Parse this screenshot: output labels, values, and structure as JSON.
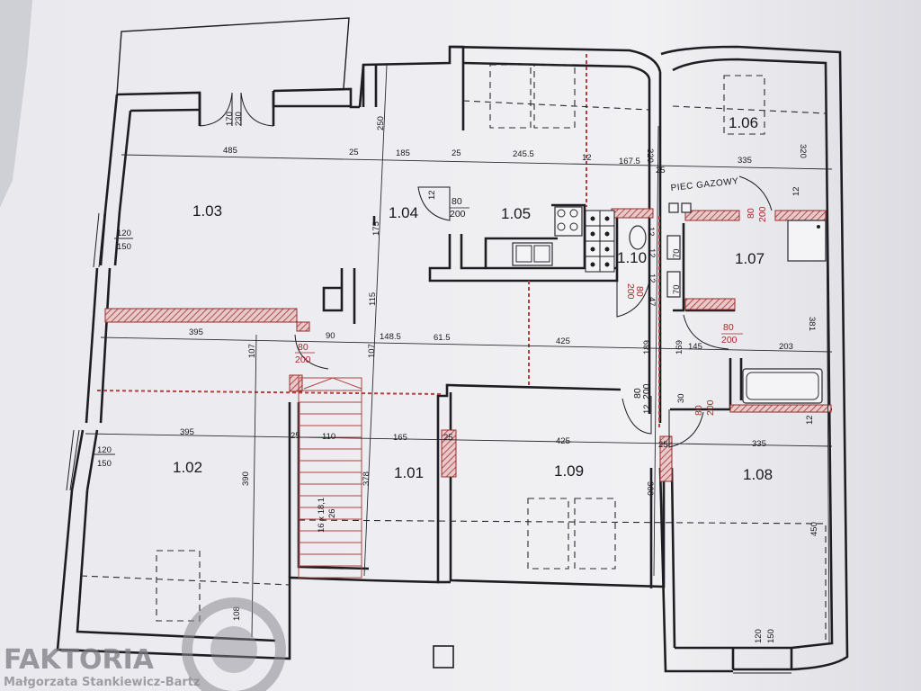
{
  "rooms": [
    {
      "id": "r103",
      "label": "1.03"
    },
    {
      "id": "r104",
      "label": "1.04"
    },
    {
      "id": "r105",
      "label": "1.05"
    },
    {
      "id": "r106",
      "label": "1.06"
    },
    {
      "id": "r107",
      "label": "1.07"
    },
    {
      "id": "r110",
      "label": "1.10"
    },
    {
      "id": "r102",
      "label": "1.02"
    },
    {
      "id": "r101",
      "label": "1.01"
    },
    {
      "id": "r109",
      "label": "1.09"
    },
    {
      "id": "r108",
      "label": "1.08"
    }
  ],
  "dimensions": {
    "d485": "485",
    "d25a": "25",
    "d185": "185",
    "d25b": "25",
    "d2455": "245.5",
    "d12a": "12",
    "d1675": "167.5",
    "d25c": "25",
    "d335a": "335",
    "d250": "250",
    "d320a": "320",
    "d320b": "320",
    "d170": "170",
    "d230": "230",
    "d120a": "120",
    "d150a": "150",
    "d175": "175",
    "d115": "115",
    "d12b": "12",
    "d12c": "12",
    "d12d": "12",
    "d395a": "395",
    "d90": "90",
    "d1485": "148.5",
    "d615": "61.5",
    "d425a": "425",
    "d189": "189",
    "d169": "169",
    "d145": "145",
    "d203": "203",
    "d107a": "107",
    "d107b": "107",
    "d381": "381",
    "d47": "47",
    "d30": "30",
    "d395b": "395",
    "d25d": "25",
    "d110": "110",
    "d165": "165",
    "d25e": "25",
    "d425b": "425",
    "d25f": "25",
    "d335b": "335",
    "d120b": "120",
    "d150b": "150",
    "d390": "390",
    "d378": "378",
    "d360": "360",
    "d450": "450",
    "d16x": "16 x 18,1",
    "d26": "26",
    "d108": "108",
    "d120c": "120",
    "d150c": "150",
    "d12e": "12",
    "d12f": "12",
    "d70a": "70",
    "d70b": "70",
    "d12g": "12",
    "d12h": "12"
  },
  "doors": [
    {
      "id": "door104",
      "w": "80",
      "h": "200",
      "red": false
    },
    {
      "id": "door110",
      "w": "80",
      "h": "200",
      "red": true
    },
    {
      "id": "door107a",
      "w": "80",
      "h": "200",
      "red": true
    },
    {
      "id": "door107b",
      "w": "80",
      "h": "200",
      "red": true
    },
    {
      "id": "door102",
      "w": "80",
      "h": "200",
      "red": true
    },
    {
      "id": "door109",
      "w": "80",
      "h": "200",
      "red": false
    },
    {
      "id": "door108",
      "w": "80",
      "h": "200",
      "red": true
    }
  ],
  "notes": {
    "gas_stove": "PIEC GAZOWY"
  },
  "logo": {
    "name": "FAKTORIA",
    "author": "Małgorzata Stankiewicz-Bartz"
  }
}
